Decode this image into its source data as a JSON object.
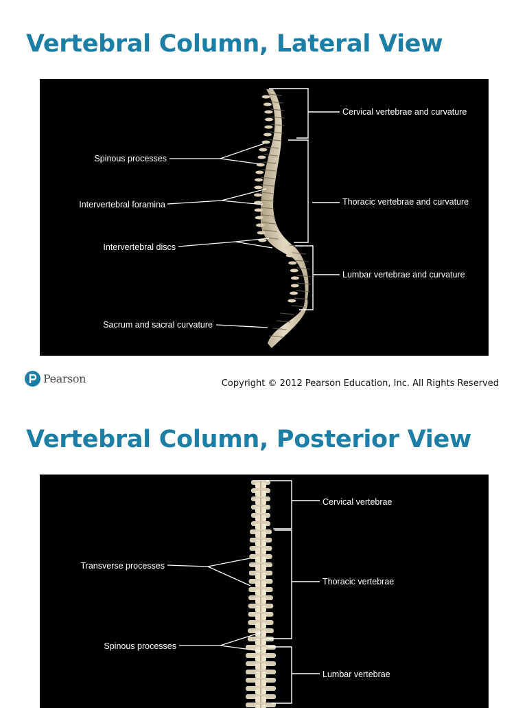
{
  "slides": [
    {
      "title": "Vertebral Column, Lateral View",
      "labels": {
        "cervical": "Cervical vertebrae and curvature",
        "thoracic": "Thoracic vertebrae and curvature",
        "lumbar": "Lumbar vertebrae and curvature",
        "spinous": "Spinous processes",
        "foramina": "Intervertebral foramina",
        "discs": "Intervertebral discs",
        "sacrum": "Sacrum and sacral curvature"
      }
    },
    {
      "title": "Vertebral Column, Posterior View",
      "labels": {
        "cervical": "Cervical vertebrae",
        "thoracic": "Thoracic vertebrae",
        "lumbar": "Lumbar vertebrae",
        "transverse": "Transverse processes",
        "spinous": "Spinous processes"
      }
    }
  ],
  "footer": {
    "logo_text": "Pearson",
    "copyright": "Copyright © 2012 Pearson Education, Inc. All Rights Reserved"
  },
  "colors": {
    "title": "#1d7ea5",
    "panel_background": "#000000",
    "bone": "#e6dcc4"
  }
}
